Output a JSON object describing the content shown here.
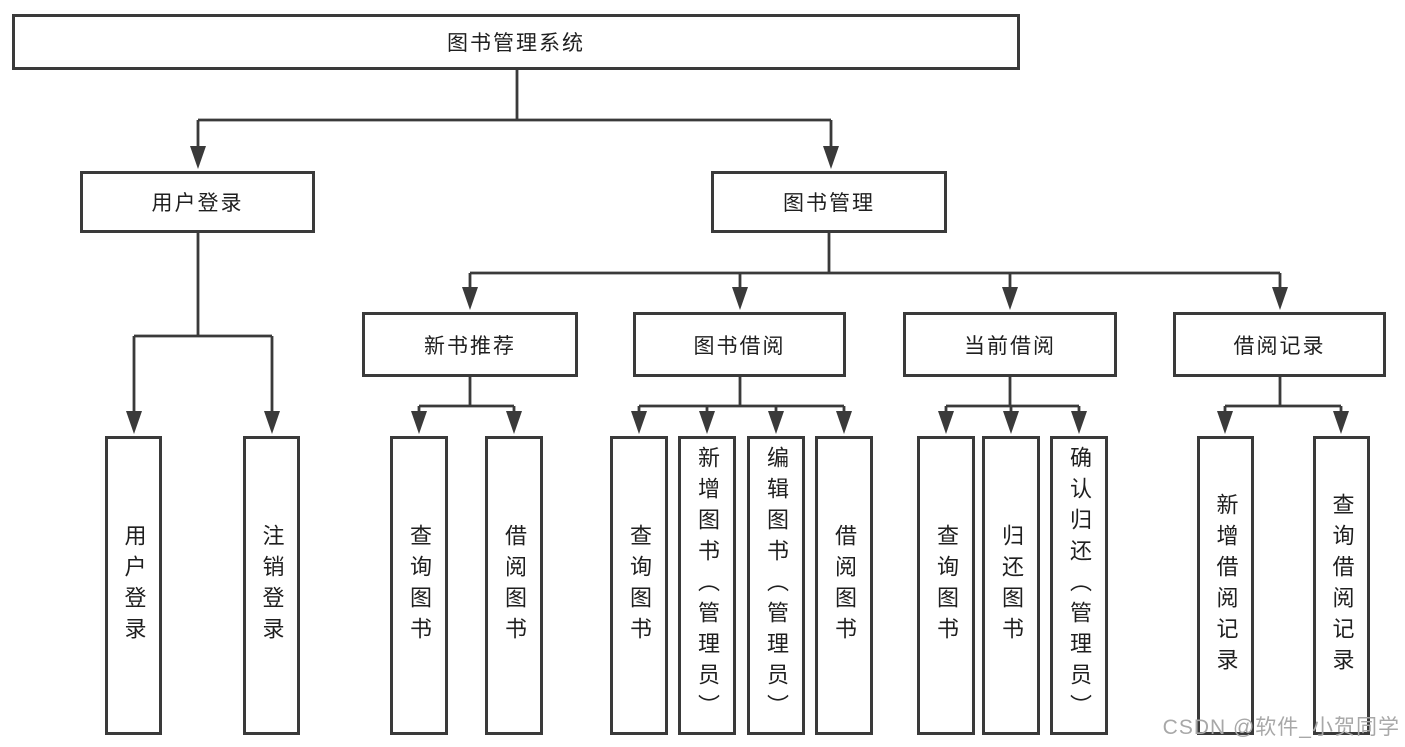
{
  "tree": {
    "label": "图书管理系统",
    "children": [
      {
        "label": "用户登录",
        "children": [
          {
            "label": "用户登录"
          },
          {
            "label": "注销登录"
          }
        ]
      },
      {
        "label": "图书管理",
        "children": [
          {
            "label": "新书推荐",
            "children": [
              {
                "label": "查询图书"
              },
              {
                "label": "借阅图书"
              }
            ]
          },
          {
            "label": "图书借阅",
            "children": [
              {
                "label": "查询图书"
              },
              {
                "label": "新增图书（管理员）"
              },
              {
                "label": "编辑图书（管理员）"
              },
              {
                "label": "借阅图书"
              }
            ]
          },
          {
            "label": "当前借阅",
            "children": [
              {
                "label": "查询图书"
              },
              {
                "label": "归还图书"
              },
              {
                "label": "确认归还（管理员）"
              }
            ]
          },
          {
            "label": "借阅记录",
            "children": [
              {
                "label": "新增借阅记录"
              },
              {
                "label": "查询借阅记录"
              }
            ]
          }
        ]
      }
    ]
  },
  "watermark": "CSDN @软件_小贺同学",
  "colors": {
    "line": "#3a3a3a",
    "box_border": "#3a3a3a",
    "text": "#1f1f1f",
    "watermark": "#a8a8a8",
    "background": "#ffffff"
  }
}
